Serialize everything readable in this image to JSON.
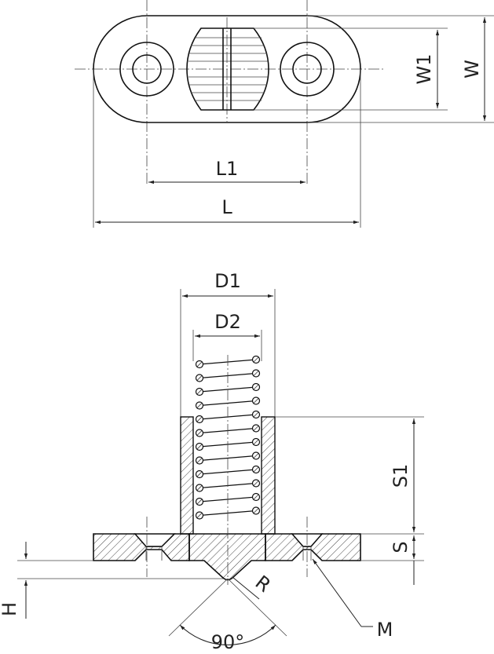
{
  "top_view": {
    "labels": {
      "W1": "W1",
      "W": "W",
      "L1": "L1",
      "L": "L"
    }
  },
  "side_view": {
    "labels": {
      "D1": "D1",
      "D2": "D2",
      "S1": "S1",
      "S": "S",
      "H": "H",
      "R": "R",
      "M": "M",
      "angle": "90°"
    }
  }
}
